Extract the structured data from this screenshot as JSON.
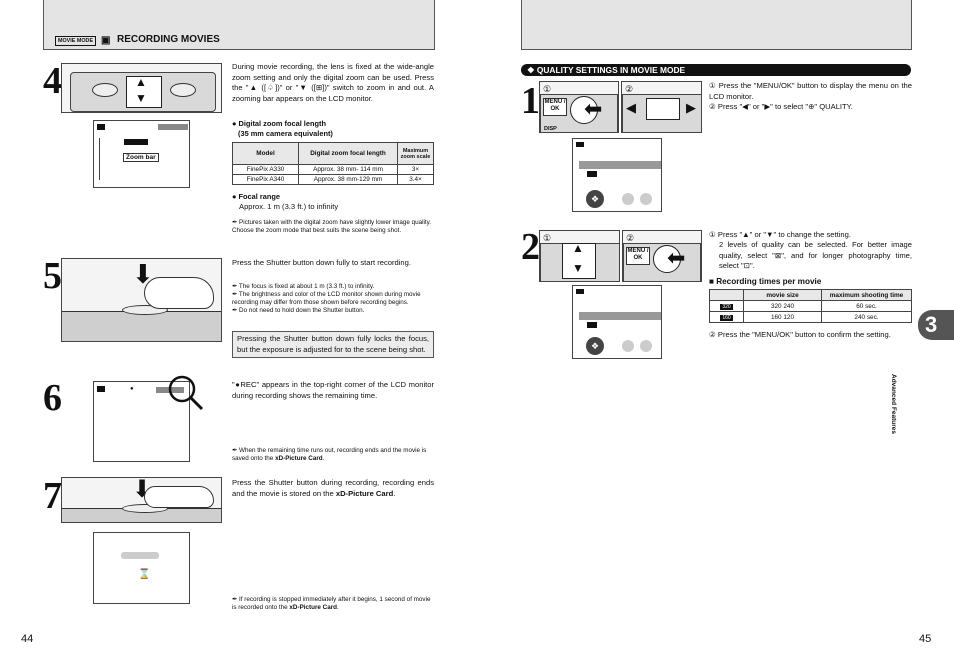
{
  "left": {
    "mode_badge": "MOVIE MODE",
    "section_title": "RECORDING MOVIES",
    "page_number": "44",
    "step4": {
      "num": "4",
      "text": "During movie recording, the lens is fixed at the wide-angle zoom setting and only the digital zoom can be used. Press the \"▲ ([♤])\" or \"▼ ([⊞])\" switch to zoom in and out. A zooming bar appears on the LCD monitor.",
      "zoom_bar_label": "Zoom bar",
      "digital_zoom_heading_1": "● Digital zoom focal length",
      "digital_zoom_heading_2": "(35 mm camera equivalent)",
      "table_headers": [
        "Model",
        "Digital zoom focal length",
        "Maximum zoom scale"
      ],
      "table_rows": [
        [
          "FinePix A330",
          "Approx. 38 mm- 114 mm",
          "3×"
        ],
        [
          "FinePix A340",
          "Approx. 38 mm-129 mm",
          "3.4×"
        ]
      ],
      "focal_range_heading": "● Focal range",
      "focal_range_value": "Approx. 1 m (3.3 ft.) to infinity",
      "note": "Pictures taken with the digital zoom have slightly lower image quality. Choose the zoom mode that best suits the scene being shot."
    },
    "step5": {
      "num": "5",
      "text": "Press the Shutter button down fully to start recording.",
      "notes": [
        "The focus is fixed at about 1 m (3.3 ft.) to infinity.",
        "The brightness and color of the LCD monitor shown during movie recording may differ from those shown before recording begins.",
        "Do not need to hold down the Shutter button."
      ],
      "boxed": "Pressing the Shutter button down fully locks the focus, but the exposure is adjusted for to the scene being shot."
    },
    "step6": {
      "num": "6",
      "text": "\"●REC\" appears in the top-right corner of the LCD monitor during recording shows the remaining time.",
      "note_plain": "When the remaining time runs out, recording ends and the movie is saved onto the ",
      "note_bold": "xD-Picture Card",
      "note_end": "."
    },
    "step7": {
      "num": "7",
      "text_plain": "Press the Shutter button during recording, recording ends and the movie is stored on the ",
      "text_bold": "xD-Picture Card",
      "text_end": ".",
      "note_plain": "If recording is stopped immediately after it begins, 1 second of movie is recorded onto the ",
      "note_bold": "xD-Picture Card",
      "note_end": "."
    }
  },
  "right": {
    "page_number": "45",
    "section_heading": "QUALITY SETTINGS IN MOVIE MODE",
    "chapter_tab": "3",
    "side_label": "Advanced Features",
    "step1": {
      "num": "1",
      "line1": "① Press the \"MENU/OK\" button to display the menu on the LCD monitor.",
      "line2": "② Press \"◀\" or \"▶\" to select \"⊕\" QUALITY.",
      "menu_label": "MENU / OK",
      "disp_label": "DISP"
    },
    "step2": {
      "num": "2",
      "line1": "① Press \"▲\" or \"▼\" to change the setting.",
      "line1b": "2 levels of quality can be selected. For better image quality, select \"⊠\", and for longer photography time, select \"⊡\".",
      "rec_heading": "■ Recording times per movie",
      "table_headers": [
        "",
        "movie size",
        "maximum shooting time"
      ],
      "table_rows": [
        [
          "320",
          "320 240",
          "60 sec."
        ],
        [
          "160",
          "160 120",
          "240 sec."
        ]
      ],
      "line2": "② Press the \"MENU/OK\" button to confirm the setting.",
      "menu_label": "MENU / OK"
    }
  }
}
